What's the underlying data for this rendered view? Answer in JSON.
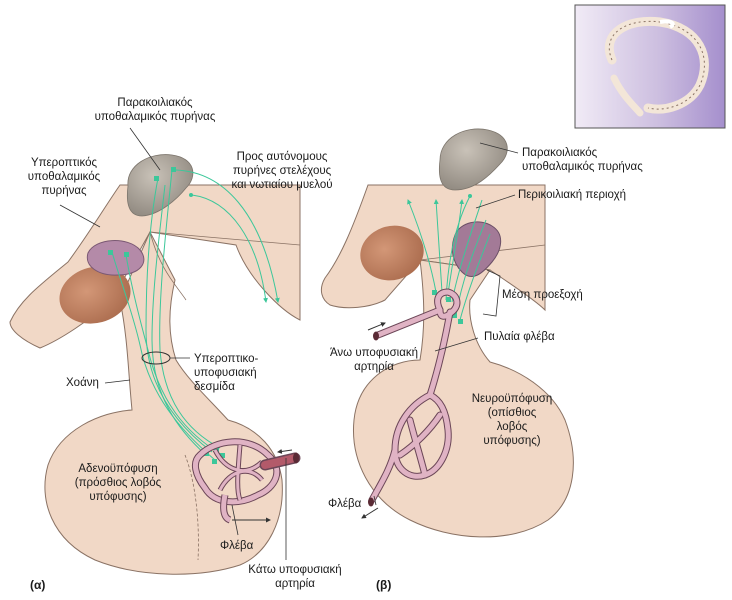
{
  "panels": [
    "(α)",
    "(β)"
  ],
  "labels_a": {
    "paraventricular": [
      "Παρακοιλιακός",
      "υποθαλαμικός πυρήνας"
    ],
    "autonomic": [
      "Προς αυτόνομους",
      "πυρήνες στελέχους",
      "και νωτιαίου μυελού"
    ],
    "supraoptic": [
      "Υπεροπτικός",
      "υποθαλαμικός",
      "πυρήνας"
    ],
    "tract": [
      "Υπεροπτικο-",
      "υποφυσιακή",
      "δεσμίδα"
    ],
    "infundibulum": "Χοάνη",
    "adenohypophysis": [
      "Αδενοϋπόφυση",
      "(πρόσθιος λοβός",
      "υπόφυσης)"
    ],
    "vein": "Φλέβα",
    "inferior_artery": [
      "Κάτω υποφυσιακή",
      "αρτηρία"
    ]
  },
  "labels_b": {
    "paraventricular": [
      "Παρακοιλιακός",
      "υποθαλαμικός πυρήνας"
    ],
    "periventricular": "Περικοιλιακή περιοχή",
    "median_eminence": "Μέση προεξοχή",
    "superior_artery": [
      "Άνω υποφυσιακή",
      "αρτηρία"
    ],
    "portal_vein": "Πυλαία φλέβα",
    "neurohypophysis": [
      "Νευροϋπόφυση",
      "(οπίσθιος",
      "λοβός",
      "υπόφυσης)"
    ],
    "vein": "Φλέβα"
  },
  "colors": {
    "tissue": "#f1d8c6",
    "tissue_edge": "#8a7264",
    "fiber": "#3cc79a",
    "vessel": "#e0b3c4",
    "vessel_edge": "#6b4657",
    "nucleus_brown": "#bf7f5e",
    "nucleus_mauve": "#a37a97",
    "nucleus_gray": "#a8a096",
    "inset_bg": "#b8a3d3"
  }
}
